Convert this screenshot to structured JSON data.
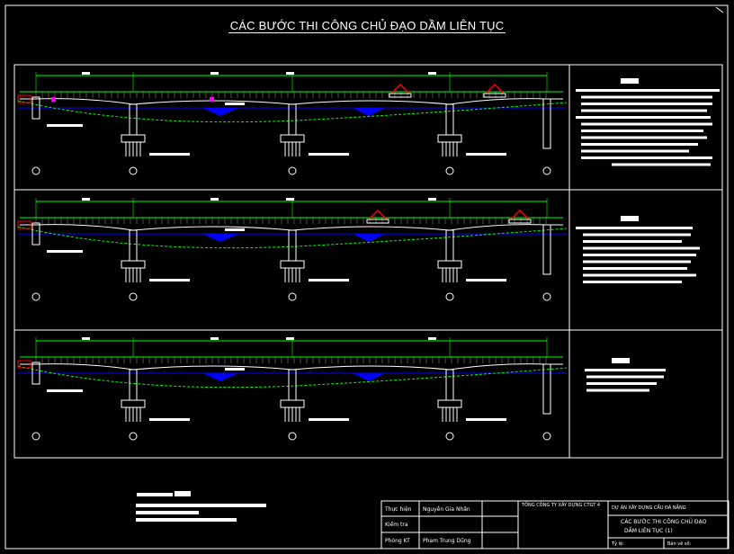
{
  "title": "CÁC BƯỚC THI CÔNG CHỦ ĐẠO DẦM LIÊN TỤC",
  "colors": {
    "background": "#000000",
    "frame": "#ffffff",
    "girder": "#00ff00",
    "ground": "#00ff00",
    "water": "#0000ff",
    "traveler": "#ff0000",
    "magenta": "#ff00ff"
  },
  "stages": [
    {
      "id": 1,
      "traveler_at": [
        "mid-left",
        "mid-right"
      ]
    },
    {
      "id": 2,
      "traveler_at": [
        "right"
      ]
    },
    {
      "id": 3,
      "traveler_at": []
    }
  ],
  "title_block": {
    "rows": [
      {
        "label": "Thực hiện",
        "name": "Nguyễn Gia Nhân"
      },
      {
        "label": "Kiểm tra",
        "name": ""
      },
      {
        "label": "Phòng KT",
        "name": "Phạm Trung Dũng"
      }
    ],
    "company": "TỔNG CÔNG TY XÂY DỰNG CTGT 4",
    "project": "DỰ ÁN XÂY DỰNG CẦU ĐÀ NẴNG",
    "drawing_title_1": "CÁC BƯỚC THI CÔNG CHỦ ĐẠO",
    "drawing_title_2": "DẦM LIÊN TỤC (1)",
    "scale_label": "Tỷ lệ:",
    "sheet_label": "Bản vẽ số:"
  }
}
